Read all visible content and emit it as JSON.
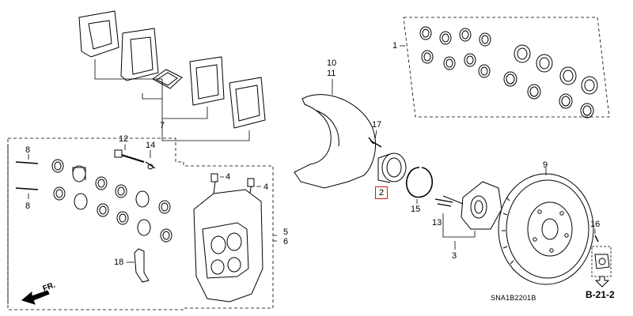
{
  "callouts": {
    "c1": "1",
    "c2": "2",
    "c3": "3",
    "c4a": "4",
    "c4b": "4",
    "c5": "5",
    "c6": "6",
    "c7": "7",
    "c8a": "8",
    "c8b": "8",
    "c9": "9",
    "c10": "10",
    "c11": "11",
    "c12": "12",
    "c13": "13",
    "c14": "14",
    "c15": "15",
    "c16": "16",
    "c17": "17",
    "c18": "18"
  },
  "highlighted_part": "2",
  "reference_code": "SNA1B2201B",
  "section_ref": "B-21-2",
  "direction_label": "FR.",
  "colors": {
    "line": "#000000",
    "highlight": "#d11111",
    "background": "#ffffff"
  }
}
